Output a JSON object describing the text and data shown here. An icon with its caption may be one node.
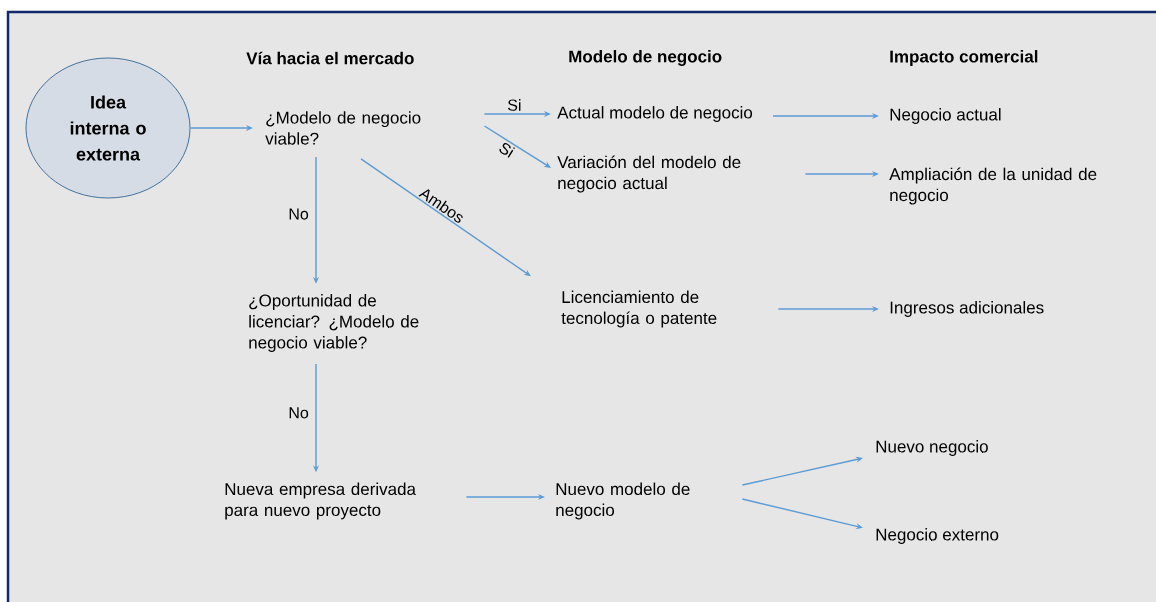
{
  "diagram": {
    "nodes": [
      {
        "text": [
          "Idea interna o externa"
        ]
      },
      {
        "text": [
          "¿Modelo de negocio viable?"
        ]
      },
      {
        "text": [
          "Actual modelo de negocio"
        ]
      },
      {
        "text": [
          "Negocio actual"
        ]
      },
      {
        "text": [
          "Variación del modelo de negocio actual"
        ]
      },
      {
        "text": [
          "Ampliación de la unidad de negocio"
        ]
      },
      {
        "text": [
          "¿Oportunidad de licenciar? ¿Modelo de negocio viable?"
        ]
      },
      {
        "text": [
          "Licenciamiento de tecnología o patente"
        ]
      },
      {
        "text": [
          "Ingresos adicionales"
        ]
      },
      {
        "text": [
          "Nueva empresa derivada para nuevo proyecto"
        ]
      },
      {
        "text": [
          "Nuevo modelo de negocio"
        ]
      },
      {
        "text": [
          "Nuevo negocio"
        ]
      },
      {
        "text": [
          "Negocio externo"
        ]
      }
    ],
    "edges": [
      {
        "from": 0,
        "to": 1,
        "arrow": "to"
      },
      {
        "from": 1,
        "to": 2,
        "arrow": "to",
        "label": "Si"
      },
      {
        "from": 1,
        "to": 4,
        "arrow": "to",
        "label": "Si"
      },
      {
        "from": 1,
        "to": 6,
        "arrow": "to",
        "label": "No"
      },
      {
        "from": 1,
        "to": 7,
        "arrow": "to",
        "label": "Ambos"
      },
      {
        "from": 2,
        "to": 3,
        "arrow": "to"
      },
      {
        "from": 4,
        "to": 5,
        "arrow": "to"
      },
      {
        "from": 6,
        "to": 9,
        "arrow": "to",
        "label": "No"
      },
      {
        "from": 7,
        "to": 8,
        "arrow": "to"
      },
      {
        "from": 9,
        "to": 10,
        "arrow": "to"
      },
      {
        "from": 10,
        "to": 11,
        "arrow": "to"
      },
      {
        "from": 10,
        "to": 12,
        "arrow": "to"
      }
    ],
    "labels": [
      "Vía hacia el mercado",
      "Modelo de negocio",
      "Impacto comercial"
    ]
  }
}
